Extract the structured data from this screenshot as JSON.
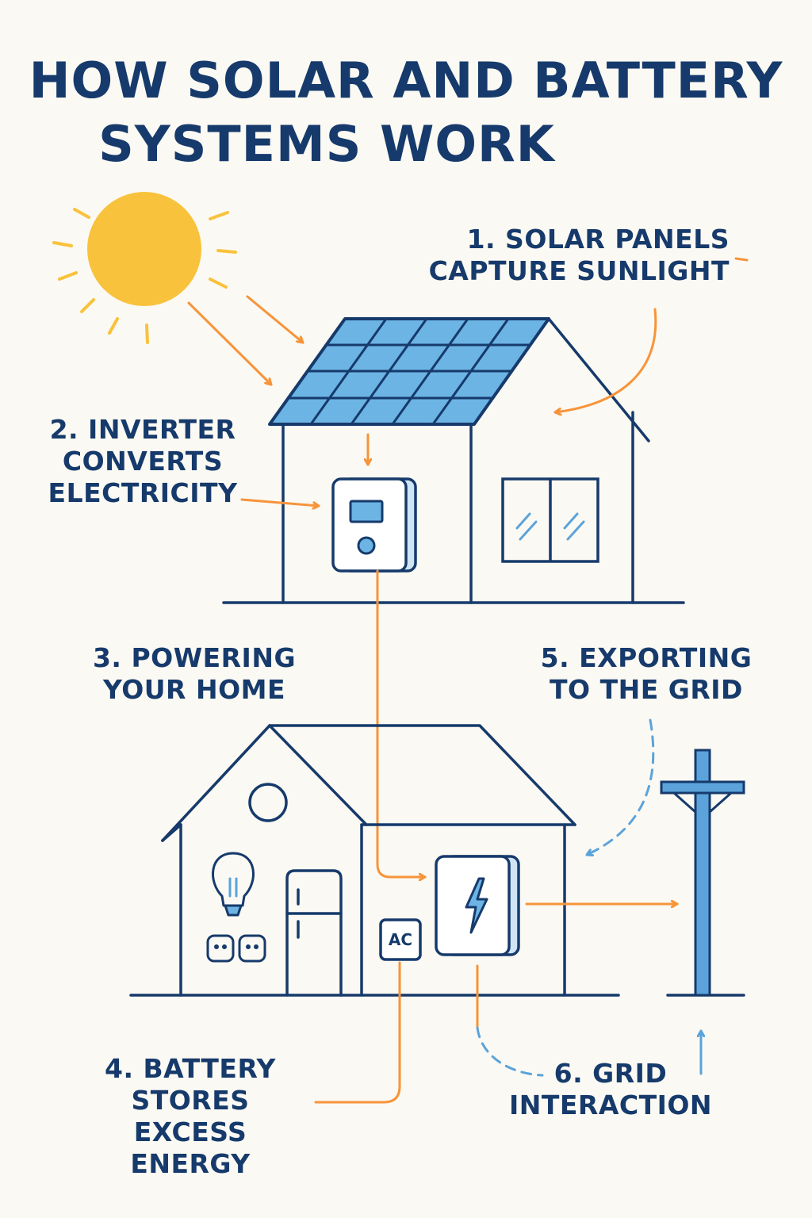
{
  "title": {
    "line1": "HOW SOLAR AND BATTERY",
    "line2": "SYSTEMS WORK"
  },
  "steps": [
    {
      "lines": [
        "1. SOLAR PANELS",
        "CAPTURE SUNLIGHT"
      ]
    },
    {
      "lines": [
        "2. INVERTER",
        "CONVERTS",
        "ELECTRICITY"
      ]
    },
    {
      "lines": [
        "3. POWERING",
        "YOUR HOME"
      ]
    },
    {
      "lines": [
        "4. BATTERY",
        "STORES EXCESS",
        "ENERGY"
      ]
    },
    {
      "lines": [
        "5. EXPORTING",
        "TO THE GRID"
      ]
    },
    {
      "lines": [
        "6. GRID",
        "INTERACTION"
      ]
    }
  ],
  "ac_unit": {
    "label": "AC"
  },
  "colors": {
    "navy": "#163A6B",
    "orange": "#F7943A",
    "blue": "#5BA3DA",
    "sun": "#F9C23C",
    "panel": "#6CB4E4",
    "background": "#FBF9F3"
  },
  "icons": [
    "sun-icon",
    "solar-panel-icon",
    "inverter-icon",
    "window-icon",
    "light-bulb-icon",
    "outlet-icon",
    "fridge-icon",
    "ac-unit-icon",
    "battery-icon",
    "lightning-bolt-icon",
    "utility-pole-icon"
  ]
}
